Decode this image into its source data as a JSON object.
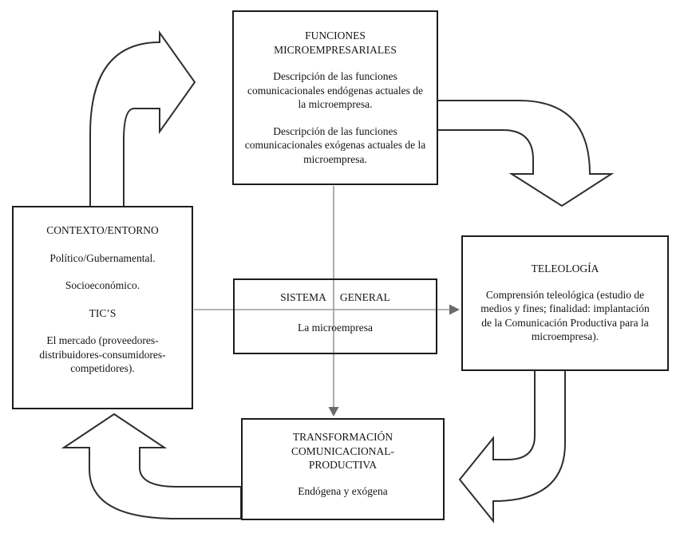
{
  "colors": {
    "background": "#ffffff",
    "box_border": "#1c1c1c",
    "text": "#141414",
    "block_arrow_outline": "#2e2e2e",
    "block_arrow_fill": "#ffffff",
    "connector_gray": "#9a9a9a"
  },
  "boxes": {
    "funciones": {
      "title": "FUNCIONES MICROEMPRESARIALES",
      "paragraphs": [
        "Descripción de las funciones comunicacionales endógenas actuales de la microempresa.",
        "Descripción de las funciones comunicacionales exógenas actuales de la microempresa."
      ]
    },
    "contexto": {
      "title": "CONTEXTO/ENTORNO",
      "items": [
        "Político/Gubernamental.",
        "Socioeconómico.",
        "TIC’S",
        "El mercado (proveedores-distribuidores-consumidores-competidores)."
      ]
    },
    "sistema": {
      "title_word_1": "SISTEMA",
      "title_word_2": "GENERAL",
      "subtitle": "La microempresa"
    },
    "teleologia": {
      "title": "TELEOLOGÍA",
      "body": "Comprensión teleológica (estudio de medios y fines; finalidad: implantación de la Comunicación Productiva para la microempresa)."
    },
    "transformacion": {
      "title": "TRANSFORMACIÓN COMUNICACIONAL-PRODUCTIVA",
      "subtitle": "Endógena y exógena"
    }
  },
  "arrows": {
    "cycle": [
      {
        "from": "contexto",
        "to": "funciones"
      },
      {
        "from": "funciones",
        "to": "teleologia"
      },
      {
        "from": "teleologia",
        "to": "transformacion"
      },
      {
        "from": "transformacion",
        "to": "contexto"
      }
    ],
    "connectors": [
      {
        "from": "funciones",
        "to": "transformacion",
        "via": "sistema"
      },
      {
        "from": "contexto",
        "to": "teleologia",
        "via": "sistema"
      }
    ]
  }
}
